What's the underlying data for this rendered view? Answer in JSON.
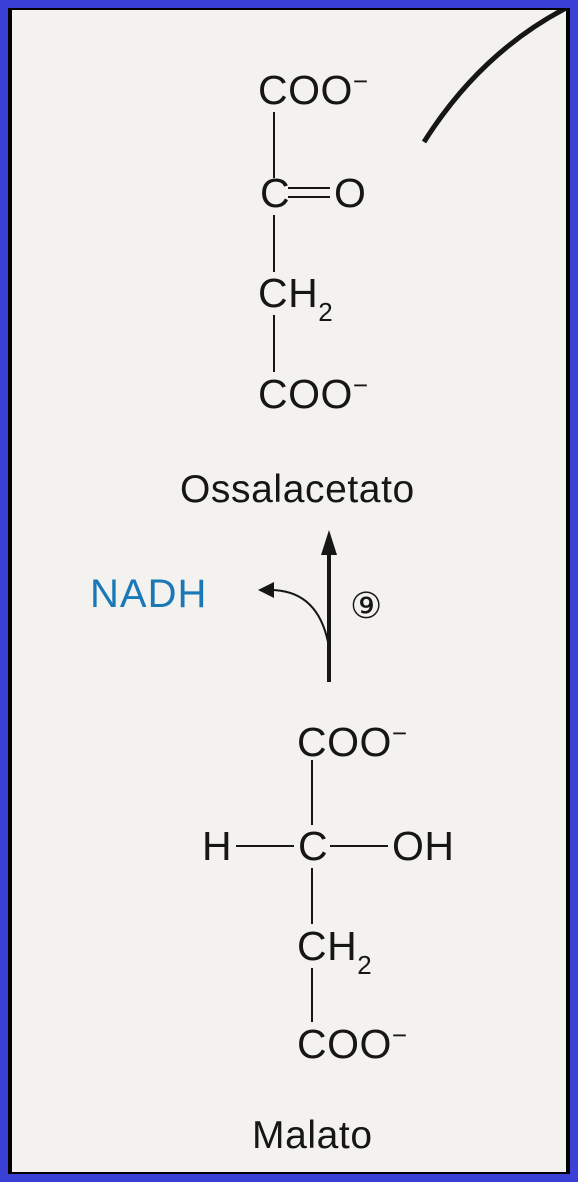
{
  "oxaloacetate": {
    "top_group": "COO",
    "top_charge": "−",
    "carbonyl_carbon": "C",
    "carbonyl_oxygen": "O",
    "ch2_base": "CH",
    "ch2_sub": "2",
    "bottom_group": "COO",
    "bottom_charge": "−",
    "name": "Ossalacetato"
  },
  "reaction": {
    "cofactor": "NADH",
    "step_number": "⑨"
  },
  "malate": {
    "top_group": "COO",
    "top_charge": "−",
    "h_left": "H",
    "center_carbon": "C",
    "hydroxyl": "OH",
    "ch2_base": "CH",
    "ch2_sub": "2",
    "bottom_group": "COO",
    "bottom_charge": "−",
    "name": "Malato"
  },
  "colors": {
    "frame": "#3a3fd6",
    "paper": "#f3f2ee",
    "ink": "#161616",
    "cofactor": "#1a78b8"
  }
}
